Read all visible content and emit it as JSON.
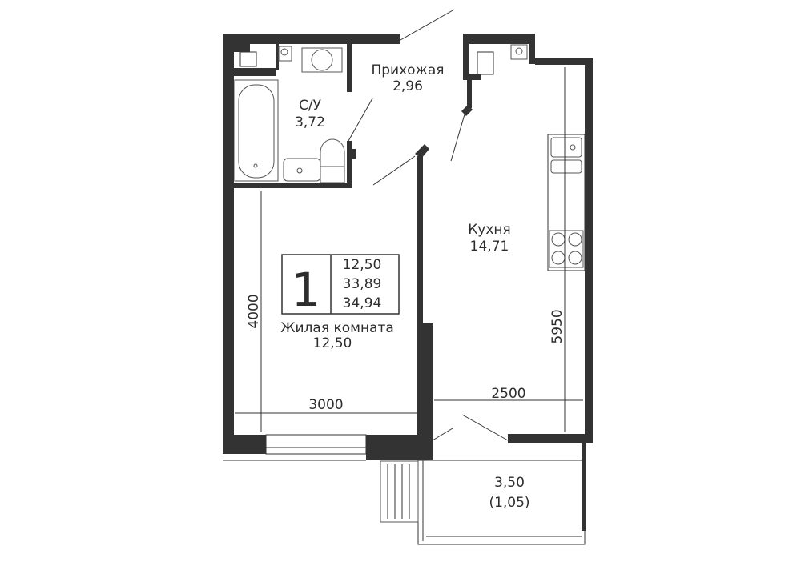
{
  "plan": {
    "rooms_count": "1",
    "summary": {
      "living_area": "12,50",
      "total_area": "33,89",
      "total_with_balcony": "34,94"
    },
    "rooms": {
      "hallway": {
        "name": "Прихожая",
        "area": "2,96"
      },
      "bathroom": {
        "name": "С/У",
        "area": "3,72"
      },
      "kitchen": {
        "name": "Кухня",
        "area": "14,71"
      },
      "living": {
        "name": "Жилая комната",
        "area": "12,50"
      },
      "balcony": {
        "area": "3,50",
        "reduced_area": "(1,05)"
      }
    },
    "dimensions": {
      "living_height": "4000",
      "living_width": "3000",
      "kitchen_width": "2500",
      "kitchen_length": "5950"
    },
    "colors": {
      "wall": "#333333",
      "background": "#ffffff"
    }
  }
}
